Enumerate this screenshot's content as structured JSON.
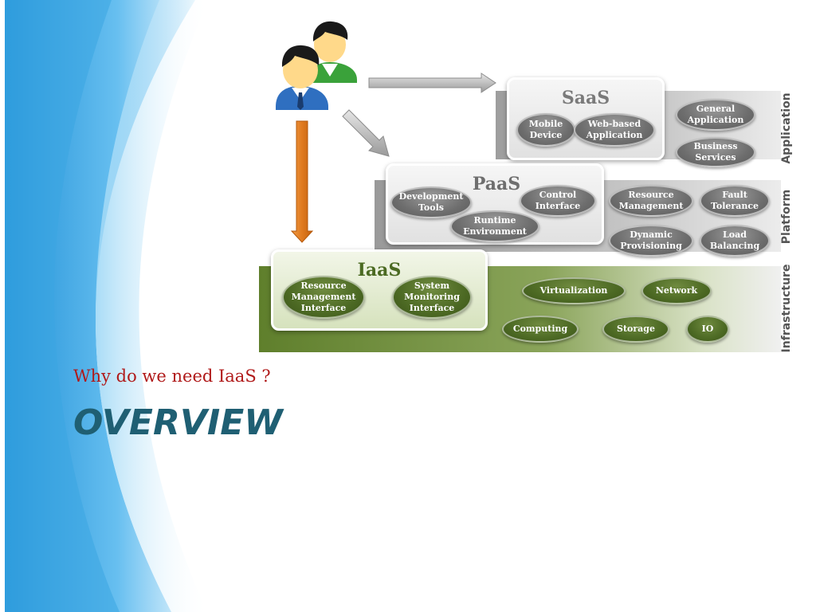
{
  "slide": {
    "subtitle": "Why do we need IaaS ?",
    "title": "OVERVIEW"
  },
  "diagram": {
    "saas": {
      "title": "SaaS",
      "inner": [
        "Mobile\nDevice",
        "Web-based\nApplication"
      ],
      "outer": [
        "General\nApplication",
        "Business\nServices"
      ]
    },
    "paas": {
      "title": "PaaS",
      "inner": [
        "Development\nTools",
        "Control\nInterface",
        "Runtime\nEnvironment"
      ],
      "outer": [
        "Resource\nManagement",
        "Fault\nTolerance",
        "Dynamic\nProvisioning",
        "Load\nBalancing"
      ]
    },
    "iaas": {
      "title": "IaaS",
      "inner": [
        "Resource\nManagement\nInterface",
        "System\nMonitoring\nInterface"
      ],
      "outer": [
        "Virtualization",
        "Network",
        "Computing",
        "Storage",
        "IO"
      ]
    },
    "side_labels": {
      "application": "Application",
      "platform": "Platform",
      "infrastructure": "Infrastructure"
    },
    "icons": [
      "users-icon",
      "arrow-right-icon",
      "arrow-diagonal-icon",
      "arrow-down-icon"
    ],
    "colors": {
      "green_band": "#7f9a4c",
      "gray_band": "#b9b9b9",
      "arrow_orange": "#e07a1f",
      "title_blue": "#1f5f73",
      "subtitle_red": "#b01a1a"
    }
  }
}
